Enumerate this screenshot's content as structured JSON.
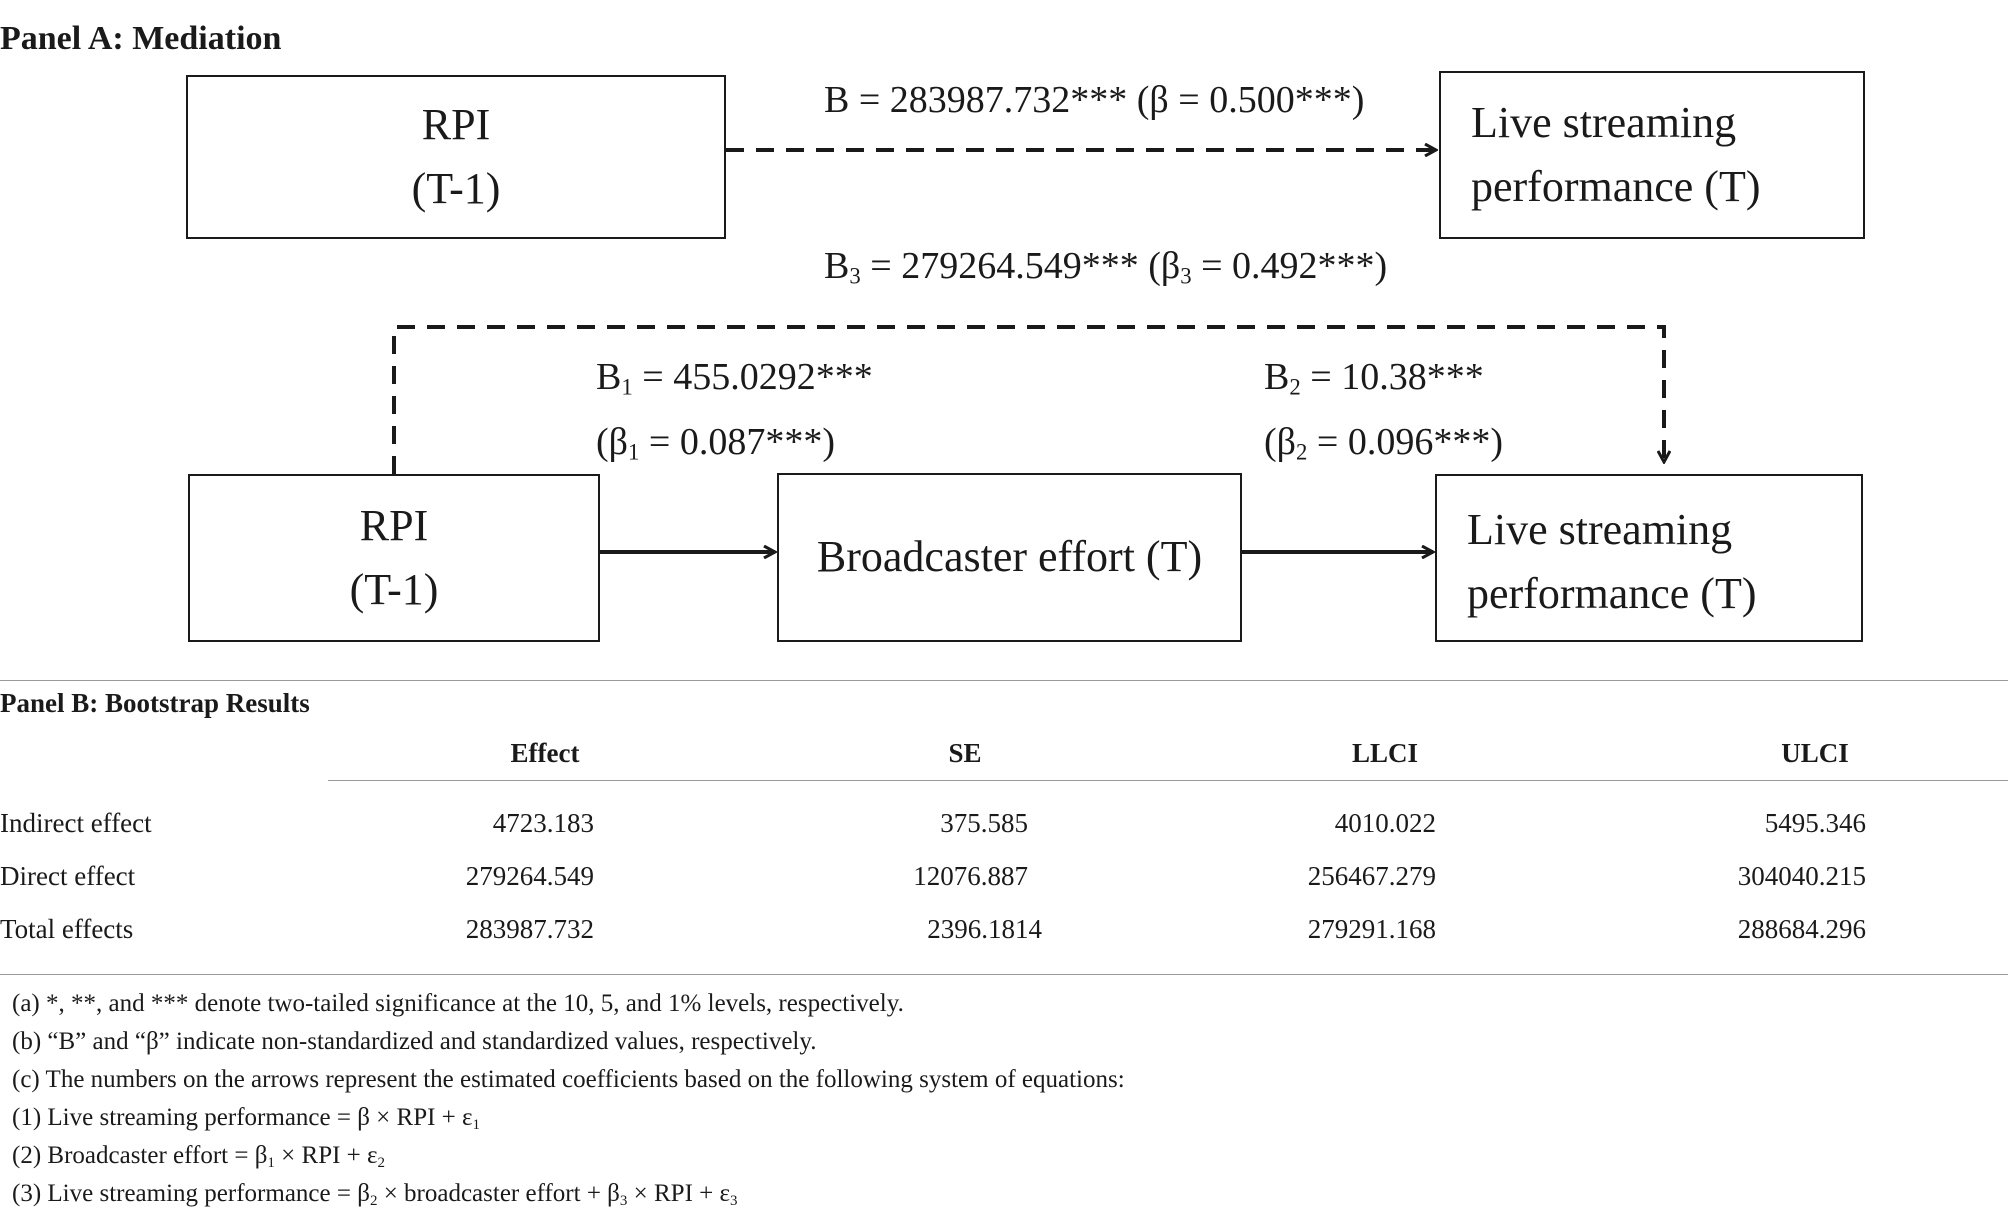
{
  "panel_a": {
    "title": "Panel A: Mediation",
    "top": {
      "source": [
        "RPI",
        "(T-1)"
      ],
      "target": [
        "Live streaming",
        "performance (T)"
      ],
      "coef": "B = 283987.732*** (β = 0.500***)"
    },
    "direct": {
      "coef_main": "B",
      "coef_sub": "3",
      "coef_mid": " = 279264.549*** (β",
      "coef_sub2": "3",
      "coef_end": " = 0.492***)"
    },
    "bottom": {
      "source": [
        "RPI",
        "(T-1)"
      ],
      "mediator": "Broadcaster effort (T)",
      "target": [
        "Live streaming",
        "performance (T)"
      ],
      "a_path": {
        "b_main": "B",
        "b_sub": "1",
        "b_val": " = 455.0292***",
        "beta_pre": "(β",
        "beta_sub": "1",
        "beta_val": " = 0.087***)"
      },
      "b_path": {
        "b_main": "B",
        "b_sub": "2",
        "b_val": " = 10.38***",
        "beta_pre": "(β",
        "beta_sub": "2",
        "beta_val": " = 0.096***)"
      }
    }
  },
  "panel_b": {
    "title": "Panel B: Bootstrap Results",
    "columns": [
      "Effect",
      "SE",
      "LLCI",
      "ULCI"
    ],
    "rows": [
      {
        "label": "Indirect effect",
        "values": [
          "4723.183",
          "375.585",
          "4010.022",
          "5495.346"
        ]
      },
      {
        "label": "Direct effect",
        "values": [
          "279264.549",
          "12076.887",
          "256467.279",
          "304040.215"
        ]
      },
      {
        "label": "Total effects",
        "values": [
          "283987.732",
          "2396.1814",
          "279291.168",
          "288684.296"
        ]
      }
    ]
  },
  "notes": {
    "a": "(a) *, **, and *** denote two-tailed significance at the 10, 5, and 1% levels, respectively.",
    "b": "(b) “B” and “β” indicate non-standardized and standardized values, respectively.",
    "c": "(c) The numbers on the arrows represent the estimated coefficients based on the following system of equations:",
    "eq1": {
      "pre": "(1) Live streaming performance = β × RPI + ε",
      "sub": "1"
    },
    "eq2": {
      "pre": "(2) Broadcaster effort = β",
      "s1": "1",
      "mid": " × RPI + ε",
      "s2": "2"
    },
    "eq3": {
      "pre": "(3) Live streaming performance = β",
      "s1": "2",
      "mid": " × broadcaster effort + β",
      "s2": "3",
      "mid2": " × RPI + ε",
      "s3": "3"
    }
  }
}
